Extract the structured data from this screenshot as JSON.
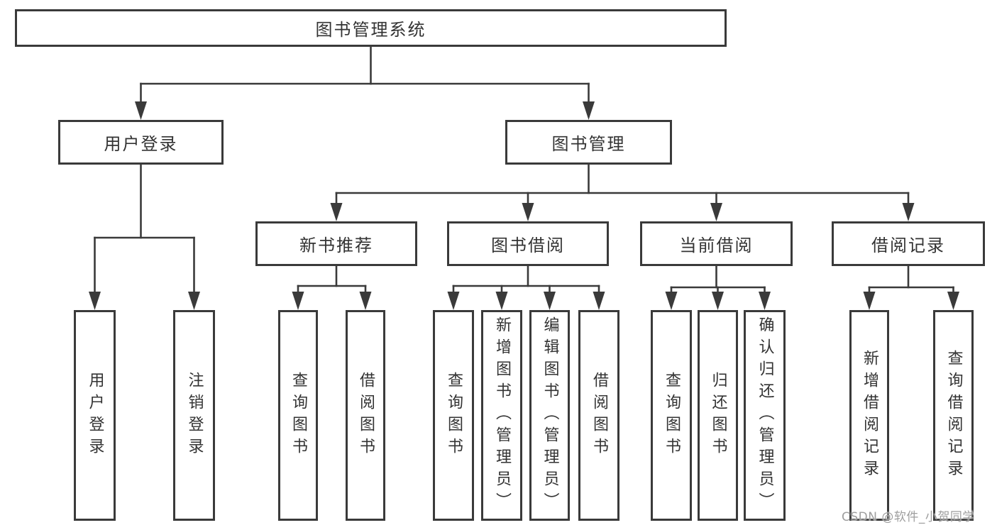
{
  "diagram": {
    "title": "图书管理系统",
    "root": {
      "label": "图书管理系统"
    },
    "branches": [
      {
        "label": "用户登录",
        "leaves": [
          {
            "label": "用户登录"
          },
          {
            "label": "注销登录"
          }
        ]
      },
      {
        "label": "图书管理",
        "sections": [
          {
            "label": "新书推荐",
            "leaves": [
              {
                "label": "查询图书"
              },
              {
                "label": "借阅图书"
              }
            ]
          },
          {
            "label": "图书借阅",
            "leaves": [
              {
                "label": "查询图书"
              },
              {
                "label": "新增图书（管理员）"
              },
              {
                "label": "编辑图书（管理员）"
              },
              {
                "label": "借阅图书"
              }
            ]
          },
          {
            "label": "当前借阅",
            "leaves": [
              {
                "label": "查询图书"
              },
              {
                "label": "归还图书"
              },
              {
                "label": "确认归还（管理员）"
              }
            ]
          },
          {
            "label": "借阅记录",
            "leaves": [
              {
                "label": "新增借阅记录"
              },
              {
                "label": "查询借阅记录"
              }
            ]
          }
        ]
      }
    ]
  },
  "watermark": {
    "text": "CSDN @软件_小贺同学"
  },
  "colors": {
    "line": "#3a3a3a",
    "text": "#333333",
    "box_background": "#ffffff",
    "watermark": "#9e9e9e",
    "background": "#ffffff"
  }
}
